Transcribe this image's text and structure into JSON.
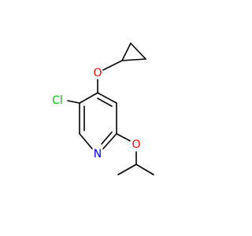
{
  "molecule": {
    "atoms": {
      "chlorine": {
        "label": "Cl",
        "color": "#00cc00"
      },
      "ether_oxygen_top": {
        "label": "O",
        "color": "#ff0000"
      },
      "ether_oxygen_bottom": {
        "label": "O",
        "color": "#ff0000"
      },
      "ring_nitrogen": {
        "label": "N",
        "color": "#0000ff"
      }
    },
    "bond_color": "#000000"
  }
}
